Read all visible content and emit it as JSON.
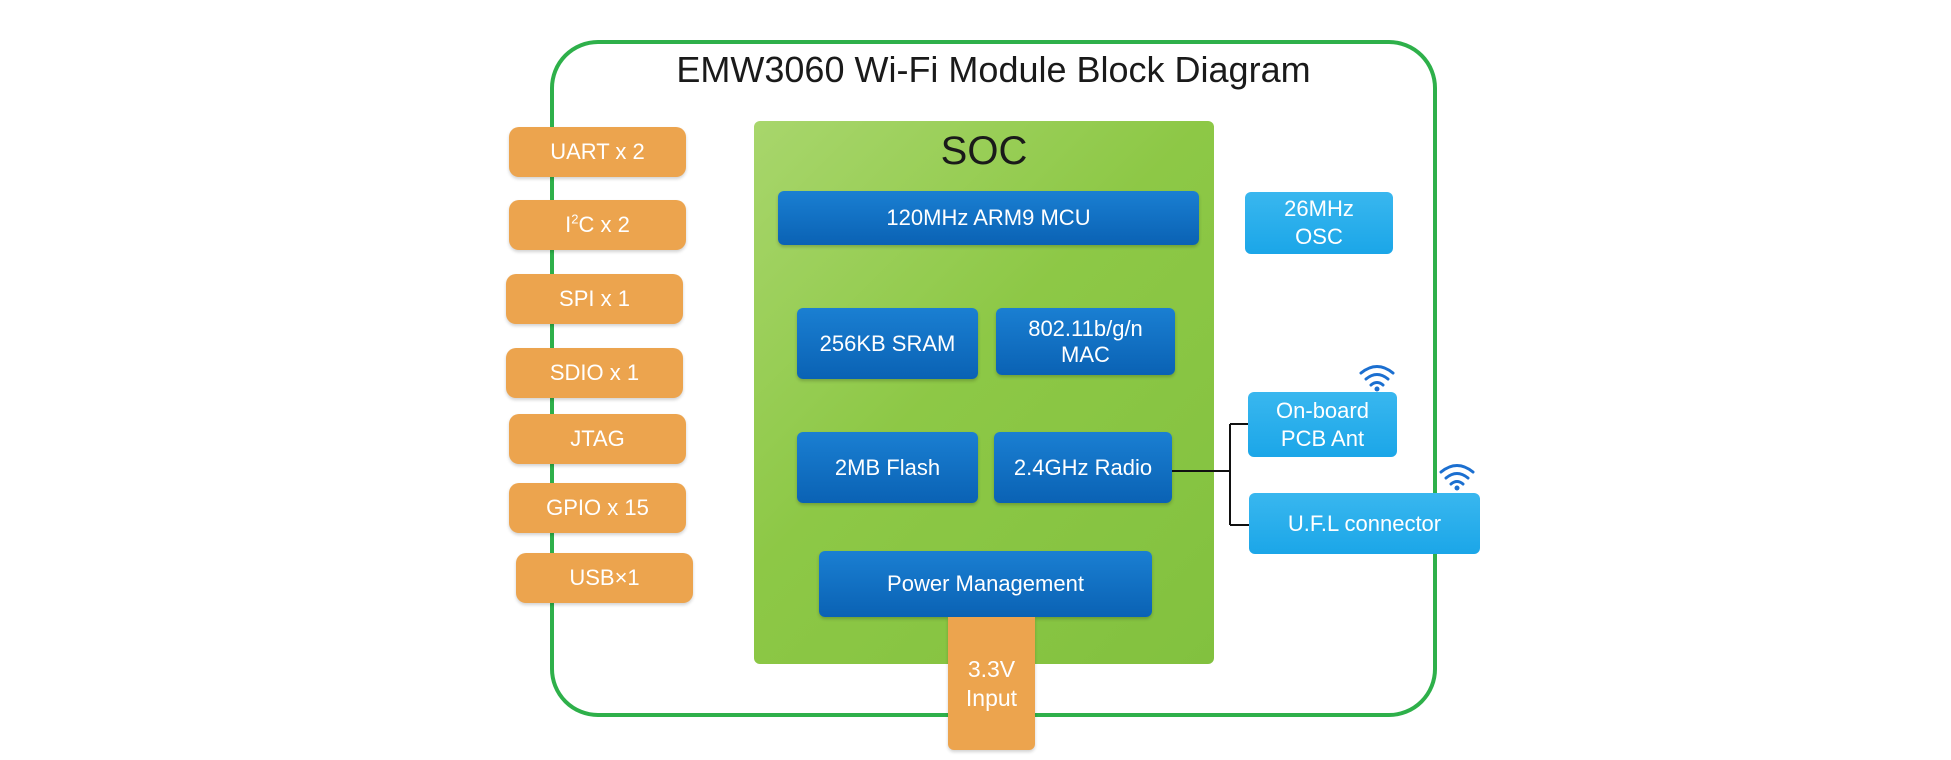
{
  "title": "EMW3060 Wi-Fi Module Block Diagram",
  "interfaces": [
    {
      "label": "UART x 2"
    },
    {
      "label_pre": "I",
      "label_sup": "2",
      "label_post": "C x 2"
    },
    {
      "label": "SPI x 1"
    },
    {
      "label": "SDIO x 1"
    },
    {
      "label": "JTAG"
    },
    {
      "label": "GPIO x 15"
    },
    {
      "label": "USB×1"
    }
  ],
  "soc": {
    "title": "SOC",
    "mcu": "120MHz ARM9 MCU",
    "sram": "256KB SRAM",
    "mac_line1": "802.11b/g/n",
    "mac_line2": "MAC",
    "flash": "2MB Flash",
    "radio": "2.4GHz Radio",
    "power": "Power Management"
  },
  "oscillator": {
    "line1": "26MHz",
    "line2": "OSC"
  },
  "antennas": {
    "onboard_line1": "On-board",
    "onboard_line2": "PCB Ant",
    "ufl": "U.F.L connector"
  },
  "power_input": {
    "line1": "3.3V",
    "line2": "Input"
  },
  "colors": {
    "frame": "#2eb04a",
    "interface": "#eca44e",
    "soc": "#8dc846",
    "block": "#0a62b4",
    "external": "#1ba6e8"
  }
}
